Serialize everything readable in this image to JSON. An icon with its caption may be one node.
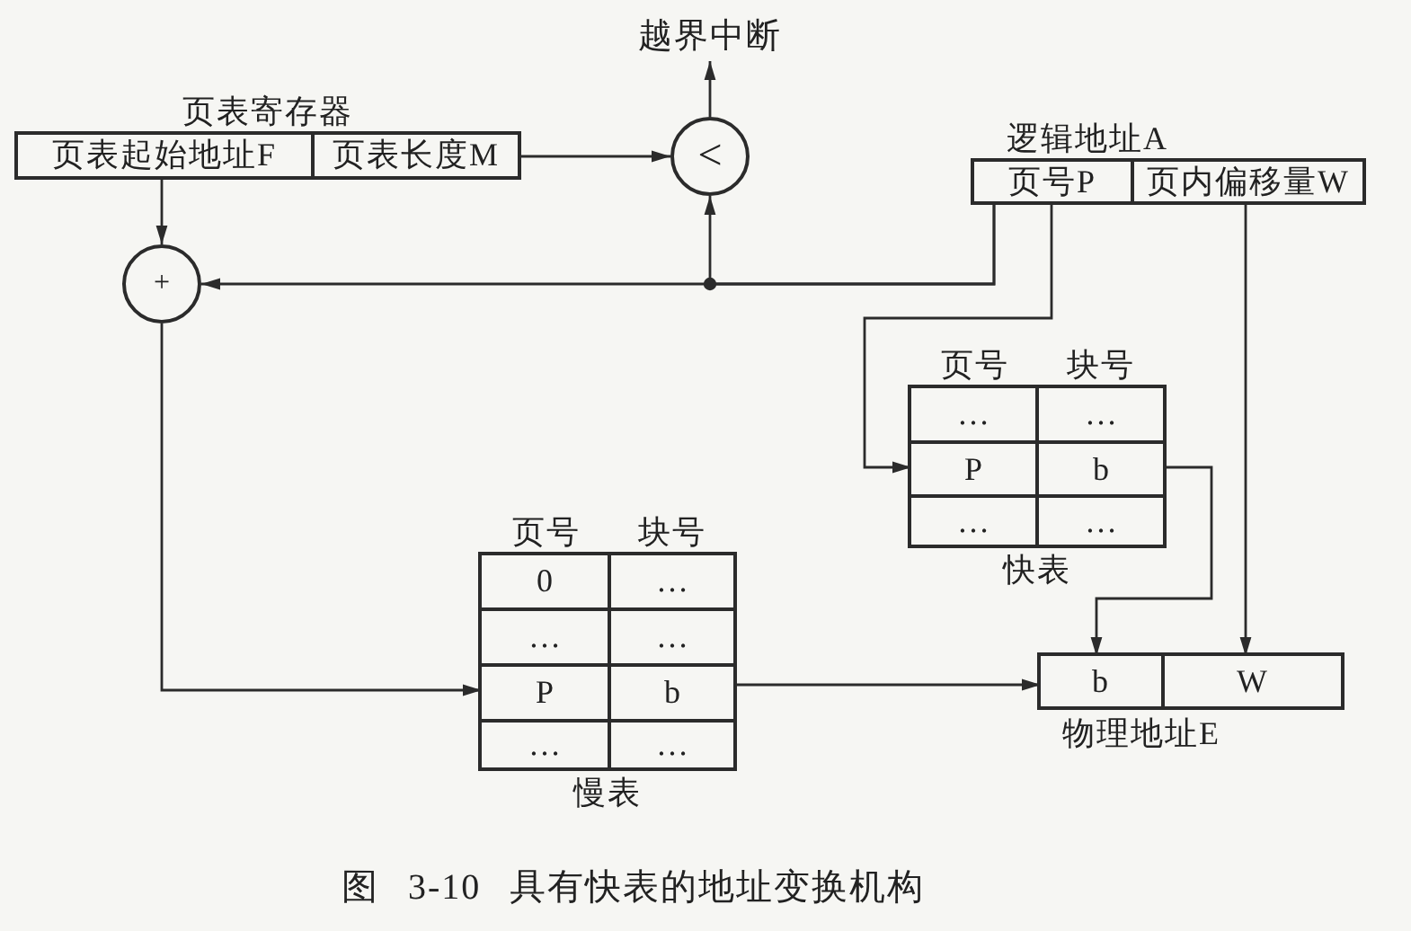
{
  "diagram": {
    "caption": "图 3-10 具有快表的地址变换机构",
    "nodes": [
      {
        "text": [
          "页表寄存器"
        ]
      },
      {
        "text": [
          "页表起始地址F"
        ],
        "in": 0
      },
      {
        "text": [
          "页表长度M"
        ],
        "in": 0
      },
      {
        "text": [
          "越界中断"
        ]
      },
      {
        "text": [
          "<"
        ]
      },
      {
        "text": [
          "+"
        ]
      },
      {
        "text": [
          "逻辑地址A"
        ]
      },
      {
        "text": [
          "页号P"
        ],
        "in": 6
      },
      {
        "text": [
          "页内偏移量W"
        ],
        "in": 6
      },
      {
        "text": [
          "页号",
          "块号"
        ],
        "beside": [
          "快表"
        ]
      },
      {
        "text": [
          "…",
          "…"
        ],
        "in": 9
      },
      {
        "text": [
          "P",
          "b"
        ],
        "in": 9
      },
      {
        "text": [
          "…",
          "…"
        ],
        "in": 9
      },
      {
        "text": [
          "页号",
          "块号"
        ],
        "beside": [
          "慢表"
        ]
      },
      {
        "text": [
          "0",
          "…"
        ],
        "in": 13
      },
      {
        "text": [
          "…",
          "…"
        ],
        "in": 13
      },
      {
        "text": [
          "P",
          "b"
        ],
        "in": 13
      },
      {
        "text": [
          "…",
          "…"
        ],
        "in": 13
      },
      {
        "text": [
          "物理地址E"
        ]
      },
      {
        "text": [
          "b"
        ],
        "in": 18
      },
      {
        "text": [
          "W"
        ],
        "in": 18
      }
    ],
    "edges": [
      {
        "from": 1,
        "to": 5,
        "arrow": "to"
      },
      {
        "from": 2,
        "to": 4,
        "arrow": "to"
      },
      {
        "from": 4,
        "to": 3,
        "arrow": "to"
      },
      {
        "from": 7,
        "to": 4,
        "arrow": "to"
      },
      {
        "from": 7,
        "to": 5,
        "arrow": "to"
      },
      {
        "from": 7,
        "to": 11,
        "arrow": "to"
      },
      {
        "from": 11,
        "to": 19,
        "arrow": "to"
      },
      {
        "from": 8,
        "to": 20,
        "arrow": "to"
      },
      {
        "from": 5,
        "to": 16,
        "arrow": "to"
      },
      {
        "from": 16,
        "to": 19,
        "arrow": "to"
      }
    ]
  }
}
